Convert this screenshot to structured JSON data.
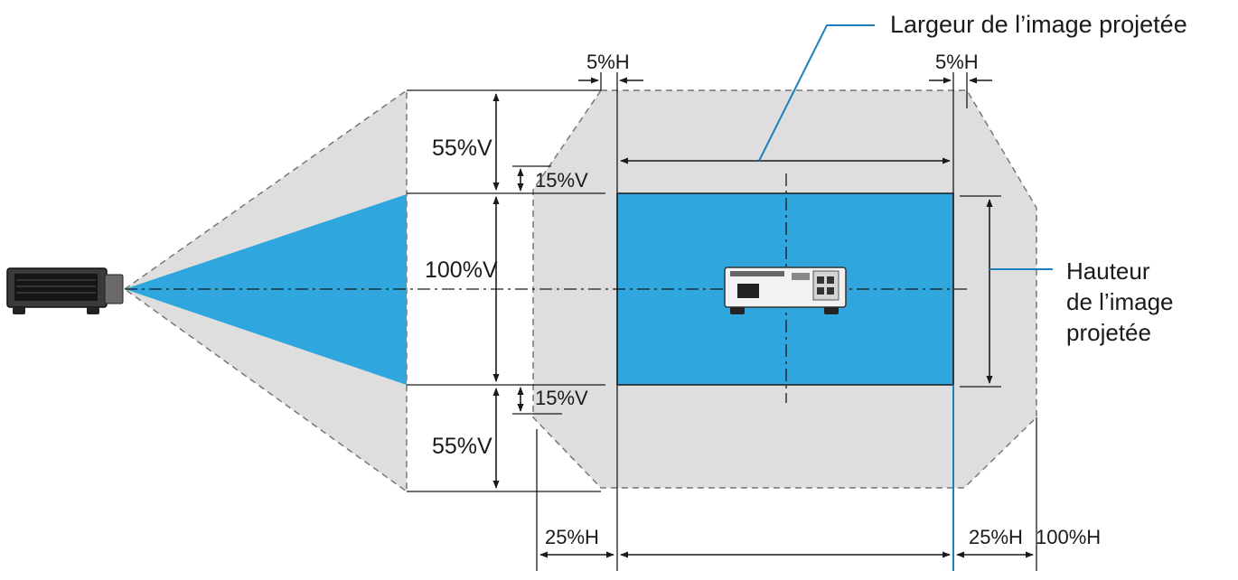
{
  "labels": {
    "width_title": "Largeur de l’image projetée",
    "height_title_1": "Hauteur",
    "height_title_2": "de l’image",
    "height_title_3": "projetée",
    "top_left_h": "5%H",
    "top_right_h": "5%H",
    "top_v": "55%V",
    "top_small_v": "15%V",
    "mid_v": "100%V",
    "bottom_small_v": "15%V",
    "bottom_v": "55%V",
    "bottom_left_h": "25%H",
    "bottom_right_h": "25%H",
    "bottom_full_h": "100%H"
  },
  "colors": {
    "image_fill": "#2fa6dd",
    "shift_area": "#dedede",
    "callout_line": "#1e7fc0",
    "line": "#1a1a1a"
  }
}
